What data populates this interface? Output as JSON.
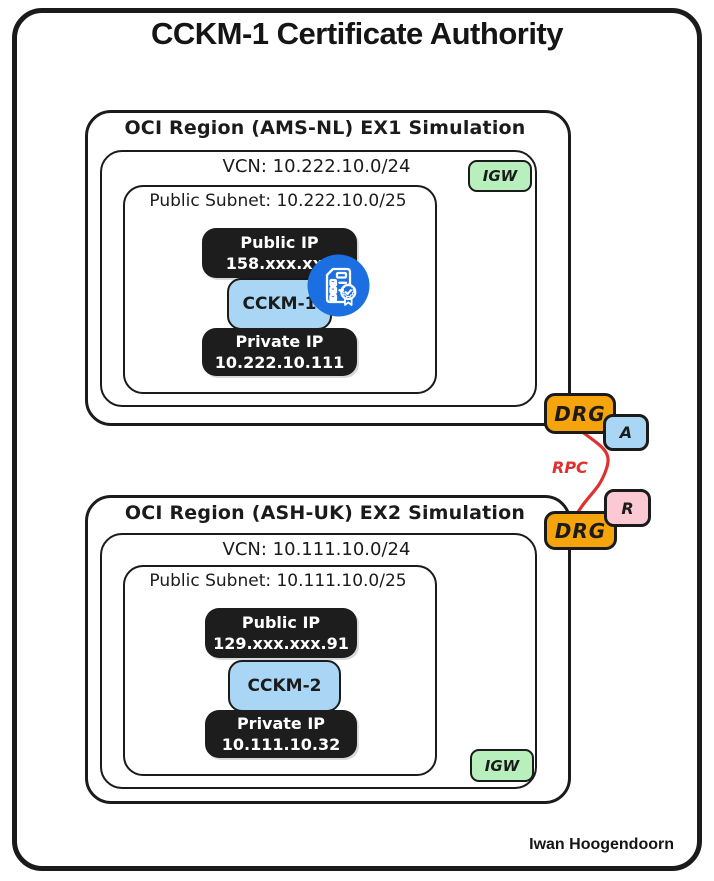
{
  "title": "CCKM-1 Certificate Authority",
  "attribution": "Iwan Hoogendoorn",
  "colors": {
    "ink": "#1b1b1b",
    "box-black": "#1d1d1d",
    "light-blue": "#a9d6f5",
    "green": "#b7efbd",
    "orange": "#f6a40b",
    "pink": "#fac9d3",
    "red": "#e03131",
    "icon-blue": "#1b6fe0"
  },
  "regions": [
    {
      "label": "OCI Region (AMS-NL) EX1 Simulation",
      "vcn_label": "VCN: 10.222.10.0/24",
      "igw_label": "IGW",
      "subnet_label": "Public Subnet: 10.222.10.0/25",
      "public_ip_title": "Public IP",
      "public_ip_value": "158.xxx.xxx",
      "instance_label": "CCKM-1",
      "private_ip_title": "Private IP",
      "private_ip_value": "10.222.10.111"
    },
    {
      "label": "OCI Region (ASH-UK) EX2 Simulation",
      "vcn_label": "VCN: 10.111.10.0/24",
      "igw_label": "IGW",
      "subnet_label": "Public Subnet: 10.111.10.0/25",
      "public_ip_title": "Public IP",
      "public_ip_value": "129.xxx.xxx.91",
      "instance_label": "CCKM-2",
      "private_ip_title": "Private IP",
      "private_ip_value": "10.111.10.32"
    }
  ],
  "interconnect": {
    "drg_label_top": "DRG",
    "drg_label_bottom": "DRG",
    "accepter_badge": "A",
    "requester_badge": "R",
    "rpc_label": "RPC"
  }
}
